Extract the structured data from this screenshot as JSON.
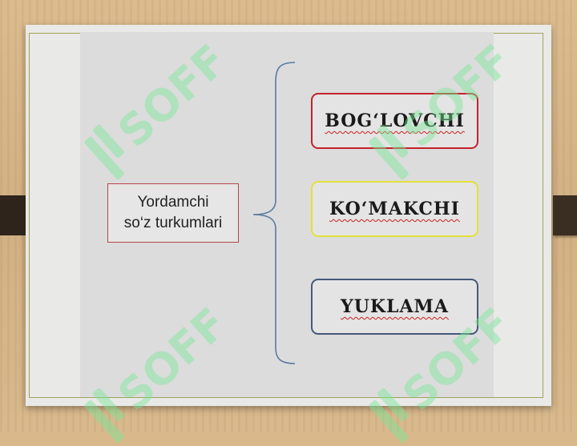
{
  "diagram": {
    "source": {
      "label": "Yordamchi\nso‘z turkumlari"
    },
    "categories": [
      {
        "label": "BOG‘LOVCHI",
        "border_color": "#c4232b"
      },
      {
        "label": "KO‘MAKCHI",
        "border_color": "#e3e13a"
      },
      {
        "label": "YUKLAMA",
        "border_color": "#45597a"
      }
    ]
  },
  "watermark": {
    "text": "SOFF",
    "color": "#78e696"
  }
}
